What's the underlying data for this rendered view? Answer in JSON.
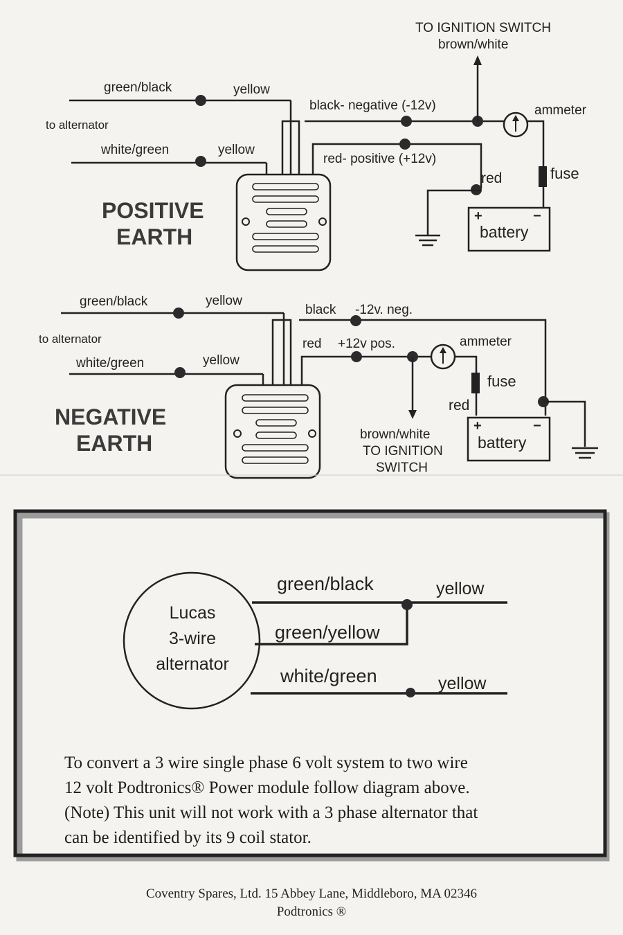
{
  "positive_earth": {
    "title_line1": "POSITIVE",
    "title_line2": "EARTH",
    "to_ignition_line1": "TO IGNITION SWITCH",
    "to_ignition_line2": "brown/white",
    "green_black": "green/black",
    "yellow_top": "yellow",
    "to_alternator": "to alternator",
    "white_green": "white/green",
    "yellow_bottom": "yellow",
    "black_negative": "black- negative (-12v)",
    "red_positive": "red- positive (+12v)",
    "ammeter": "ammeter",
    "fuse": "fuse",
    "red": "red",
    "battery": "battery",
    "plus": "+",
    "minus": "−"
  },
  "negative_earth": {
    "title_line1": "NEGATIVE",
    "title_line2": "EARTH",
    "green_black": "green/black",
    "yellow_top": "yellow",
    "to_alternator": "to alternator",
    "white_green": "white/green",
    "yellow_bottom": "yellow",
    "black": "black",
    "neg_label": "-12v. neg.",
    "red": "red",
    "pos_label": "+12v pos.",
    "ammeter": "ammeter",
    "fuse": "fuse",
    "red_battery": "red",
    "battery": "battery",
    "plus": "+",
    "minus": "−",
    "brown_white": "brown/white",
    "to_ignition_line1": "TO IGNITION",
    "to_ignition_line2": "SWITCH"
  },
  "alternator": {
    "name_line1": "Lucas",
    "name_line2": "3-wire",
    "name_line3": "alternator",
    "green_black": "green/black",
    "yellow_top": "yellow",
    "green_yellow": "green/yellow",
    "white_green": "white/green",
    "yellow_bottom": "yellow"
  },
  "note": {
    "line1": "To convert a 3 wire single phase 6 volt system to two wire",
    "line2": "12 volt Podtronics® Power module follow diagram above.",
    "line3": "(Note) This unit will not work with a 3 phase alternator that",
    "line4": "can be identified by its 9 coil stator."
  },
  "footer": {
    "address": "Coventry Spares, Ltd. 15 Abbey Lane, Middleboro, MA 02346",
    "brand": "Podtronics ®"
  }
}
